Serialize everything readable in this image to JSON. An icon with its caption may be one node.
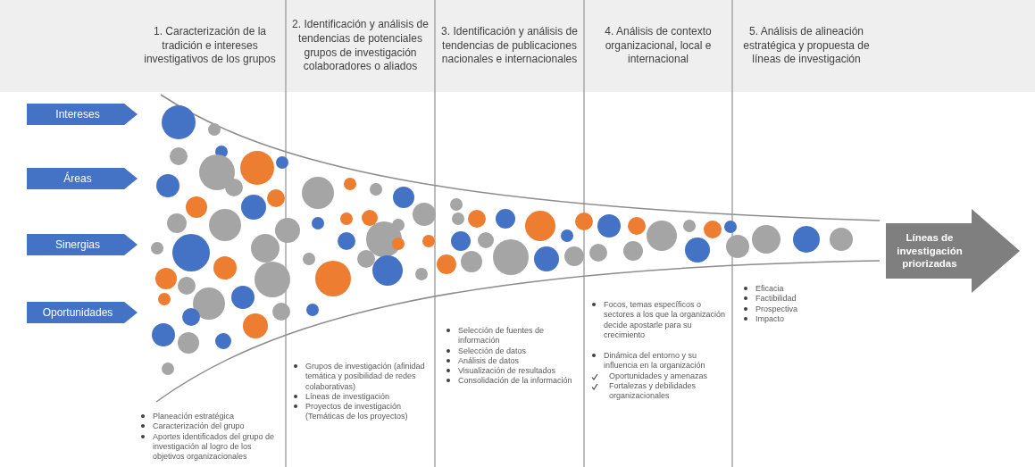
{
  "diagram": {
    "nodes": [
      {
        "text": [
          "1. Caracterización de la tradición e intereses investigativos de los grupos"
        ]
      },
      {
        "text": [
          "2. Identificación y análisis de tendencias de potenciales grupos de investigación colaboradores o aliados"
        ]
      },
      {
        "text": [
          "3. Identificación y análisis de tendencias de publicaciones nacionales e internacionales"
        ]
      },
      {
        "text": [
          "4. Análisis de contexto organizacional, local e internacional"
        ]
      },
      {
        "text": [
          "5. Análisis de alineación estratégica y propuesta de líneas de investigación"
        ]
      },
      {
        "text": [
          "Intereses"
        ]
      },
      {
        "text": [
          "Áreas"
        ]
      },
      {
        "text": [
          "Sinergias"
        ]
      },
      {
        "text": [
          "Oportunidades"
        ]
      },
      {
        "text": [
          "Líneas de investigación priorizadas"
        ]
      }
    ],
    "labels": [
      "Planeación estratégica",
      "Caracterización del grupo",
      "Aportes identificados del grupo de investigación al logro de los objetivos organizacionales",
      "Grupos de investigación (afinidad temática y posibilidad de redes colaborativas)",
      "Líneas de investigación",
      "Proyectos de investigación (Temáticas de los proyectos)",
      "Selección de fuentes de información",
      "Selección de datos",
      "Análisis de datos",
      "Visualización de resultados",
      "Consolidación de la información",
      "Focos, temas específicos o sectores a los que la organización decide apostarle para su crecimiento",
      "Dinámica del entorno y su influencia en la organización",
      "Oportunidades y amenazas",
      "Fortalezas y debilidades organizacionales",
      "Eficacia",
      "Factibilidad",
      "Prospectiva",
      "Impacto"
    ]
  }
}
